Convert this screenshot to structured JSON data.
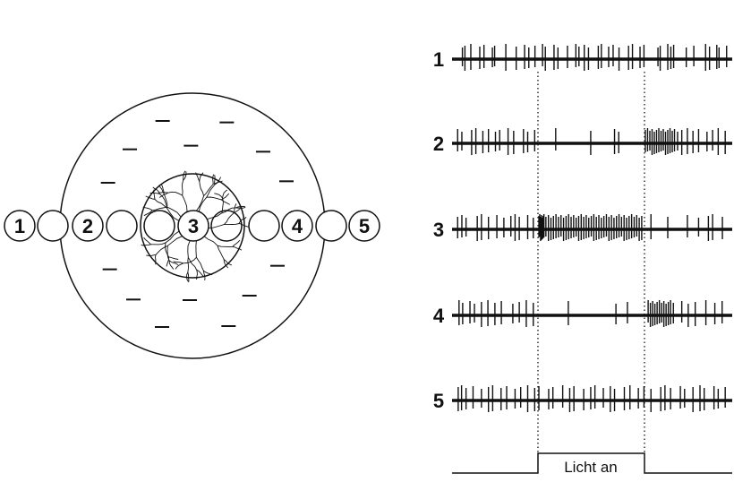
{
  "diagram": {
    "cell_labels": [
      "1",
      "2",
      "3",
      "4",
      "5"
    ],
    "trace_labels": [
      "1",
      "2",
      "3",
      "4",
      "5"
    ],
    "stimulus_label": "Licht an",
    "time_range": [
      0,
      100
    ],
    "light_on": [
      30.7,
      68.7
    ],
    "spike_times": [
      [
        3.7,
        4.6,
        6.7,
        9.9,
        11.4,
        14.4,
        15.2,
        19.2,
        22.9,
        25.9,
        27.4,
        29.6,
        32.3,
        33.3,
        36.4,
        37.8,
        41.2,
        44.2,
        45.3,
        47.2,
        48.7,
        52.2,
        53.3,
        55.9,
        57.5,
        59.6,
        63,
        64.4,
        67.1,
        68.5,
        73.5,
        74.3,
        77,
        78.1,
        79.1,
        83.6,
        86.3,
        90.5,
        91.9,
        94.5,
        95.3,
        98
      ],
      [
        2,
        3.5,
        7,
        8.5,
        11,
        13,
        15.5,
        17,
        20,
        22,
        25.5,
        27,
        29.5,
        37,
        49.5,
        58,
        59.5,
        69,
        69.8,
        70.6,
        71.4,
        72.2,
        73,
        73.8,
        74.6,
        75.4,
        76.2,
        77,
        77.8,
        78.6,
        79.4,
        80.5,
        82,
        84,
        86,
        88,
        91,
        93,
        95,
        97.5
      ],
      [
        2,
        3.5,
        5,
        9,
        10.5,
        13,
        16,
        18.5,
        21,
        22.5,
        24,
        27,
        29,
        31,
        31.3,
        31.6,
        31.9,
        32.2,
        32.5,
        32.8,
        33.5,
        34.4,
        35.3,
        36.2,
        37.1,
        38,
        38.9,
        39.8,
        40.7,
        41.6,
        42.5,
        43.4,
        44.3,
        45.2,
        46.1,
        47,
        47.9,
        48.8,
        49.7,
        50.6,
        51.5,
        52.4,
        53.3,
        54.2,
        55.1,
        56,
        56.9,
        57.8,
        58.7,
        59.6,
        60.5,
        61.4,
        62.3,
        63.2,
        64.1,
        65,
        65.9,
        66.8,
        67.7,
        71,
        77,
        84,
        88,
        91.5,
        93,
        96.5
      ],
      [
        2.5,
        3.8,
        6.4,
        8,
        10.5,
        12.8,
        15.3,
        17.6,
        21.7,
        24,
        26.5,
        29,
        41.5,
        58.5,
        62.6,
        70,
        70.8,
        71.6,
        72.4,
        73.2,
        74,
        74.8,
        75.6,
        76.4,
        77.2,
        78,
        79,
        82,
        84.3,
        86.8,
        90.6,
        93.8,
        96.4
      ],
      [
        2.2,
        3.4,
        5,
        7.5,
        10.5,
        13,
        14.5,
        17.5,
        19.5,
        22.5,
        24.5,
        27,
        29.5,
        31,
        34.5,
        36,
        39.5,
        42,
        43.5,
        47,
        49.5,
        51,
        54,
        56.5,
        58,
        61.5,
        63.5,
        66.5,
        68.5,
        71,
        74.5,
        76,
        78,
        81.5,
        83,
        86,
        88.5,
        90,
        93.5,
        95,
        97.5
      ]
    ]
  }
}
